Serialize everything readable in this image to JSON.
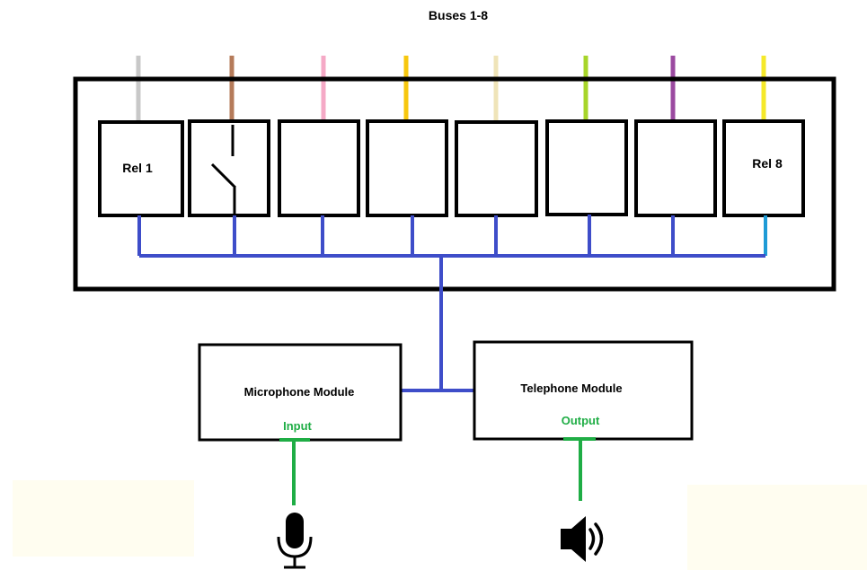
{
  "title": "Buses 1-8",
  "relays": [
    {
      "label": "Rel 1",
      "bus_color": "#c8c8c8"
    },
    {
      "label": "",
      "bus_color": "#b57b5a"
    },
    {
      "label": "",
      "bus_color": "#f5a9c6"
    },
    {
      "label": "",
      "bus_color": "#f7c70e"
    },
    {
      "label": "",
      "bus_color": "#efe4b8"
    },
    {
      "label": "",
      "bus_color": "#a7d52a"
    },
    {
      "label": "",
      "bus_color": "#9b4aa0"
    },
    {
      "label": "Rel 8",
      "bus_color": "#f5e92a"
    }
  ],
  "microphone_module": {
    "label": "Microphone Module",
    "port": "Input"
  },
  "telephone_module": {
    "label": "Telephone Module",
    "port": "Output"
  },
  "colors": {
    "bus_line": "#3e4dc9",
    "rel8_tap": "#1e9bd6",
    "port": "#1fad45",
    "outline": "#000000",
    "pale_patch": "#fffdf0"
  },
  "icons": [
    "microphone-icon",
    "speaker-icon"
  ]
}
